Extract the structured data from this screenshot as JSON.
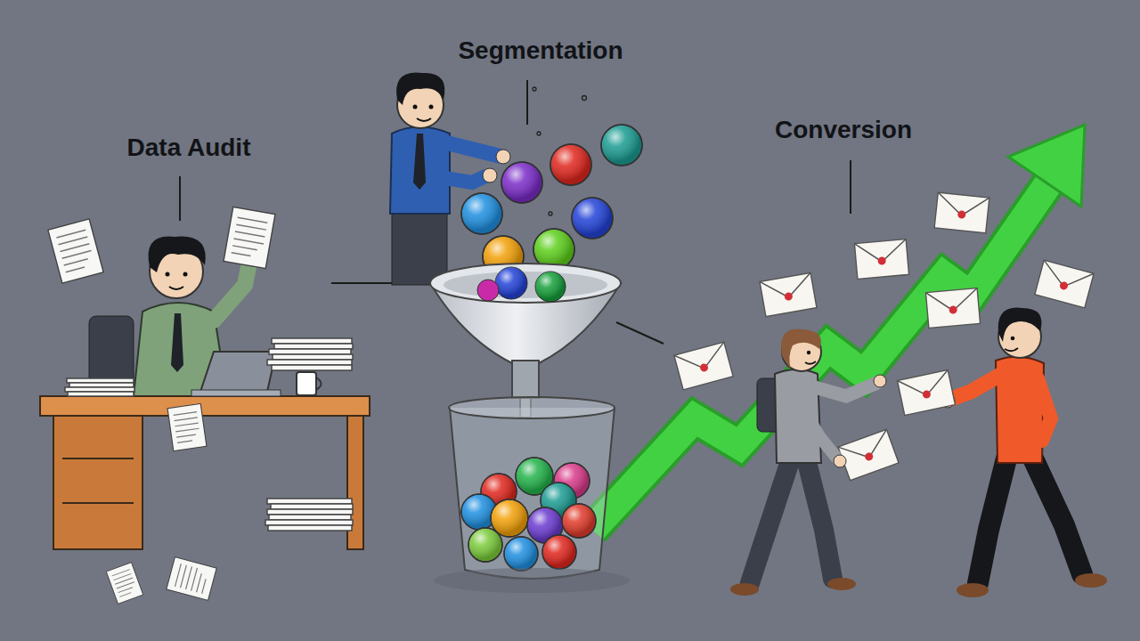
{
  "diagram": {
    "labels": [
      "Data Audit",
      "Segmentation",
      "Conversion"
    ]
  }
}
